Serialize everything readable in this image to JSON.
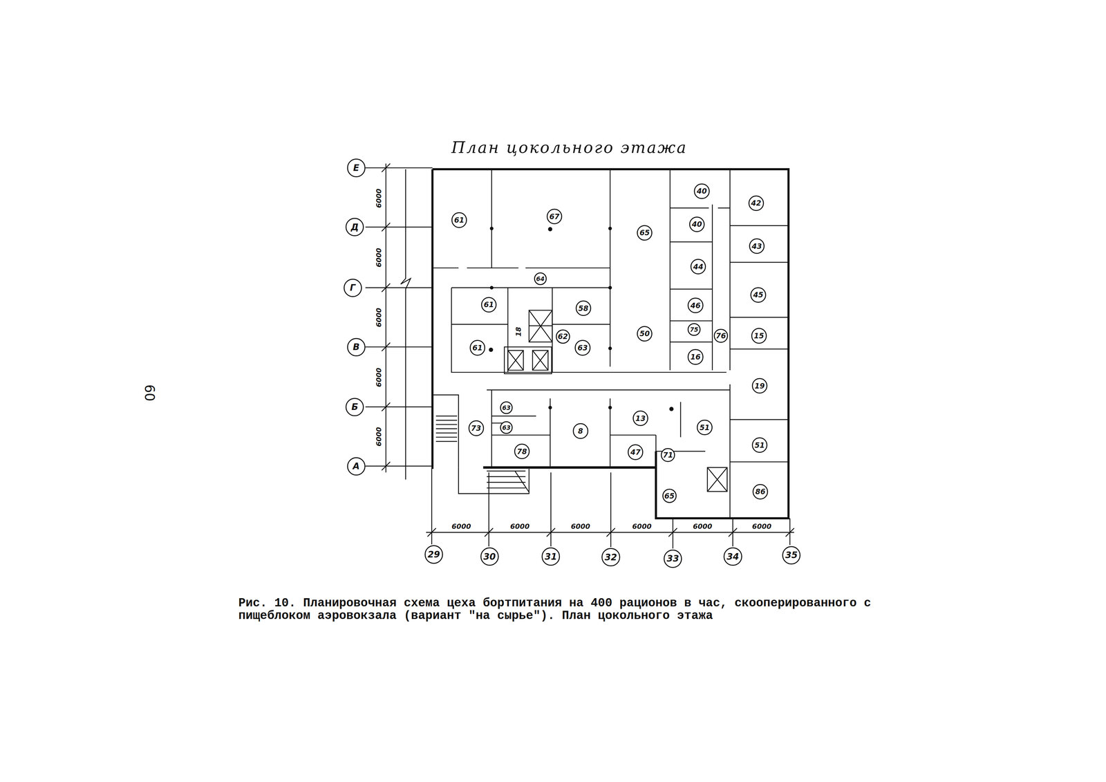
{
  "diagram": {
    "title": "План цокольного этажа",
    "caption": "Рис. 10. Планировочная схема цеха бортпитания на 400 рационов в час, скооперированного с пищеблоком аэровокзала (вариант \"на сырье\"). План цокольного этажа",
    "nodes": [
      {
        "text": [
          "Е"
        ]
      },
      {
        "text": [
          "Д"
        ]
      },
      {
        "text": [
          "Г"
        ]
      },
      {
        "text": [
          "В"
        ]
      },
      {
        "text": [
          "Б"
        ]
      },
      {
        "text": [
          "А"
        ]
      },
      {
        "text": [
          "61"
        ]
      },
      {
        "text": [
          "67"
        ]
      },
      {
        "text": [
          "65"
        ]
      },
      {
        "text": [
          "40"
        ]
      },
      {
        "text": [
          "40"
        ]
      },
      {
        "text": [
          "42"
        ]
      },
      {
        "text": [
          "43"
        ]
      },
      {
        "text": [
          "44"
        ]
      },
      {
        "text": [
          "45"
        ]
      },
      {
        "text": [
          "64"
        ]
      },
      {
        "text": [
          "61"
        ]
      },
      {
        "text": [
          "58"
        ]
      },
      {
        "text": [
          "46"
        ]
      },
      {
        "text": [
          "75"
        ]
      },
      {
        "text": [
          "76"
        ]
      },
      {
        "text": [
          "15"
        ]
      },
      {
        "text": [
          "61"
        ]
      },
      {
        "text": [
          "62"
        ]
      },
      {
        "text": [
          "63"
        ]
      },
      {
        "text": [
          "50"
        ]
      },
      {
        "text": [
          "16"
        ]
      },
      {
        "text": [
          "19"
        ]
      },
      {
        "text": [
          "63"
        ]
      },
      {
        "text": [
          "63"
        ]
      },
      {
        "text": [
          "73"
        ]
      },
      {
        "text": [
          "8"
        ]
      },
      {
        "text": [
          "13"
        ]
      },
      {
        "text": [
          "47"
        ]
      },
      {
        "text": [
          "71"
        ]
      },
      {
        "text": [
          "51"
        ]
      },
      {
        "text": [
          "51"
        ]
      },
      {
        "text": [
          "78"
        ]
      },
      {
        "text": [
          "65"
        ]
      },
      {
        "text": [
          "86"
        ]
      },
      {
        "text": [
          "29"
        ]
      },
      {
        "text": [
          "30"
        ]
      },
      {
        "text": [
          "31"
        ]
      },
      {
        "text": [
          "32"
        ]
      },
      {
        "text": [
          "33"
        ]
      },
      {
        "text": [
          "34"
        ]
      },
      {
        "text": [
          "35"
        ]
      }
    ],
    "labels": [
      "60",
      "18",
      "6000",
      "6000",
      "6000",
      "6000",
      "6000",
      "6000",
      "6000",
      "6000",
      "6000",
      "6000",
      "6000"
    ]
  }
}
